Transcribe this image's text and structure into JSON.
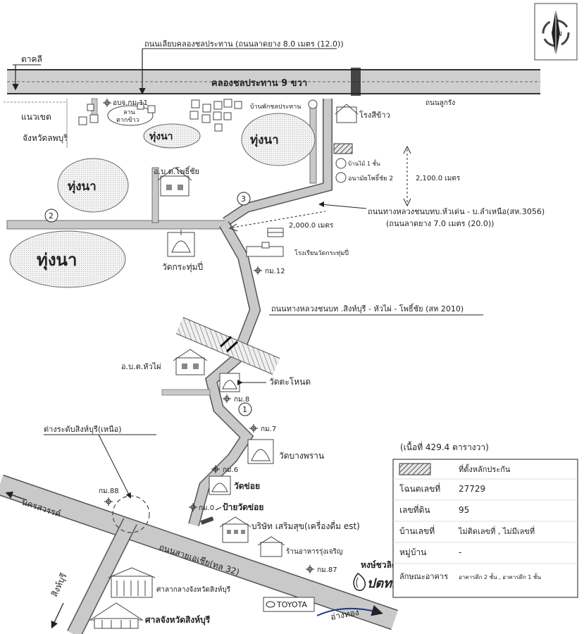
{
  "labels": {
    "canal_road": "ถนนเลียบคลองชลประทาน (ถนนลาดยาง 8.0 เมตร (12.0))",
    "canal_name": "คลองชลประทาน 9 ขวา",
    "takhli": "ตาคลี",
    "border_line1": "แนวเขต",
    "border_line2": "จังหวัดลพบุรี",
    "abjor_km11": "อบจ.กม.11",
    "rice_yard_line1": "ลาน",
    "rice_yard_line2": "ตากข้าว",
    "field_1": "ทุ่งนา",
    "field_2": "ทุ่งนา",
    "field_3": "ทุ่งนา",
    "field_4": "ทุ่งนา",
    "irrigation_house": "บ้านพักชลประทาน",
    "rice_mill": "โรงสีข้าว",
    "road_lukrang": "ถนนลูกรัง",
    "wood_house": "บ้านไม้ 1 ชั้น",
    "school_phosichai2": "อนามัยโพธิ์ชัย 2",
    "dist_2100": "2,100.0 เมตร",
    "obt_phosichai": "อ.บ.ต.โพธิ์ชัย",
    "road_3056_line1": "ถนนทางหลวงชนบทบ.หัวเด่น - บ.ลำเหนือ(สห.3056)",
    "road_3056_line2": "(ถนนลาดยาง 7.0 เมตร (20.0))",
    "dist_2000": "2,000.0 เมตร",
    "wat_krathumpi": "วัดกระทุ่มปี่",
    "school_krathumpi": "โรงเรียนวัดกระทุ่มปี่",
    "km12": "กม.12",
    "road_2010": "ถนนทางหลวงชนบท .สิงห์บุรี - หัวไผ่ - โพธิ์ชัย (สห 2010)",
    "obt_huaphai": "อ.บ.ต.หัวไผ่",
    "wat_tanot": "วัดตะโหนด",
    "km8": "กม.8",
    "km7": "กม.7",
    "wat_bangphran": "วัดบางพราน",
    "km6": "กม.6",
    "wat_khoi": "วัดข่อย",
    "km0": "กม.0",
    "sign_wat_khoi": "ป้ายวัดข่อย",
    "junction_north": "ต่างระดับสิงห์บุรี(เหนือ)",
    "km88": "กม.88",
    "nakhon_sawan": "นครสวรรค์",
    "company": "บริษัท เสริมสุข(เครื่องดื่ม est)",
    "restaurant": "ร้านอาหารรุ่งเจริญ",
    "asia_road": "ถนนสายเอเชีย(ทล 32)",
    "km87": "กม.87",
    "hong_chawalit": "หงษ์ชวลิต",
    "ptt": "ปตท.",
    "toyota": "TOYOTA",
    "ang_thong": "อ่างทอง",
    "sing_buri": "สิงห์บุรี",
    "city_hall": "ศาลากลางจังหวัดสิงห์บุรี",
    "provincial_court": "ศาลจังหวัดสิงห์บุรี",
    "circle_1": "1",
    "circle_2": "2",
    "circle_3": "3",
    "compass_n": "N"
  },
  "info_box": {
    "area": "(เนื้อที่ 429.4 ตารางวา)",
    "legend_label": "ที่ตั้งหลักประกัน",
    "rows": [
      {
        "key": "โฉนดเลขที่",
        "value": "27729"
      },
      {
        "key": "เลขที่ดิน",
        "value": "95"
      },
      {
        "key": "บ้านเลขที่",
        "value": "ไม่ติดเลขที่ , ไม่มีเลขที่"
      },
      {
        "key": "หมู่บ้าน",
        "value": "-"
      },
      {
        "key": "ลักษณะอาคาร",
        "value": "อาคารตึก 2 ชั้น , อาคารตึก 1 ชั้น"
      }
    ]
  }
}
